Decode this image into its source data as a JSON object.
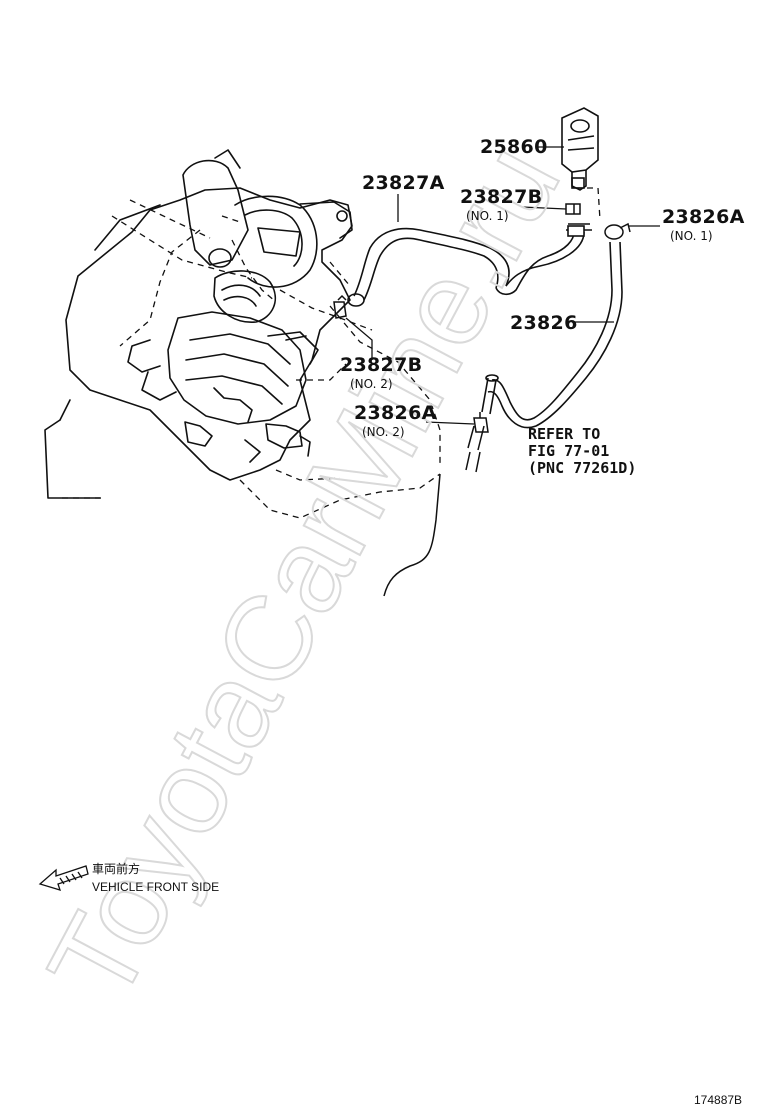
{
  "callouts": {
    "p25860": {
      "part": "25860"
    },
    "p23827a": {
      "part": "23827A"
    },
    "p23827b_no1": {
      "part": "23827B",
      "sub": "(NO. 1)"
    },
    "p23826a_no1": {
      "part": "23826A",
      "sub": "(NO. 1)"
    },
    "p23826": {
      "part": "23826"
    },
    "p23827b_no2": {
      "part": "23827B",
      "sub": "(NO. 2)"
    },
    "p23826a_no2": {
      "part": "23826A",
      "sub": "(NO. 2)"
    }
  },
  "reference": {
    "line1": "REFER TO",
    "line2": "FIG 77-01",
    "line3": "(PNC 77261D)"
  },
  "front_indicator": {
    "jp_label": "車両前方",
    "en_label": "VEHICLE FRONT SIDE",
    "icon": "arrow-left-hatched-icon"
  },
  "figure_number": "174887B",
  "watermark": "ToyotaCarMine.ru"
}
